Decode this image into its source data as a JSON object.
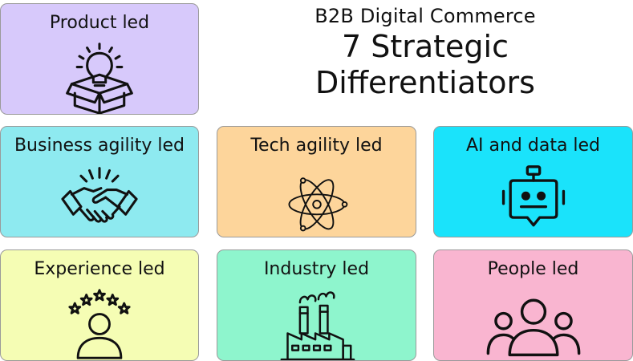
{
  "header": {
    "subtitle": "B2B Digital Commerce",
    "title_line1": "7 Strategic",
    "title_line2": "Differentiators"
  },
  "cards": [
    {
      "label": "Product led",
      "icon": "lightbulb-box-icon",
      "color": "#d7c9fb"
    },
    {
      "label": "Business agility led",
      "icon": "handshake-icon",
      "color": "#8eeaf0"
    },
    {
      "label": "Tech agility led",
      "icon": "atom-icon",
      "color": "#fdd59b"
    },
    {
      "label": "AI and data led",
      "icon": "robot-chat-icon",
      "color": "#1ae3fb"
    },
    {
      "label": "Experience led",
      "icon": "user-stars-icon",
      "color": "#f5fdb4"
    },
    {
      "label": "Industry led",
      "icon": "factory-icon",
      "color": "#8ef5cd"
    },
    {
      "label": "People led",
      "icon": "group-users-icon",
      "color": "#f9b5d0"
    }
  ]
}
